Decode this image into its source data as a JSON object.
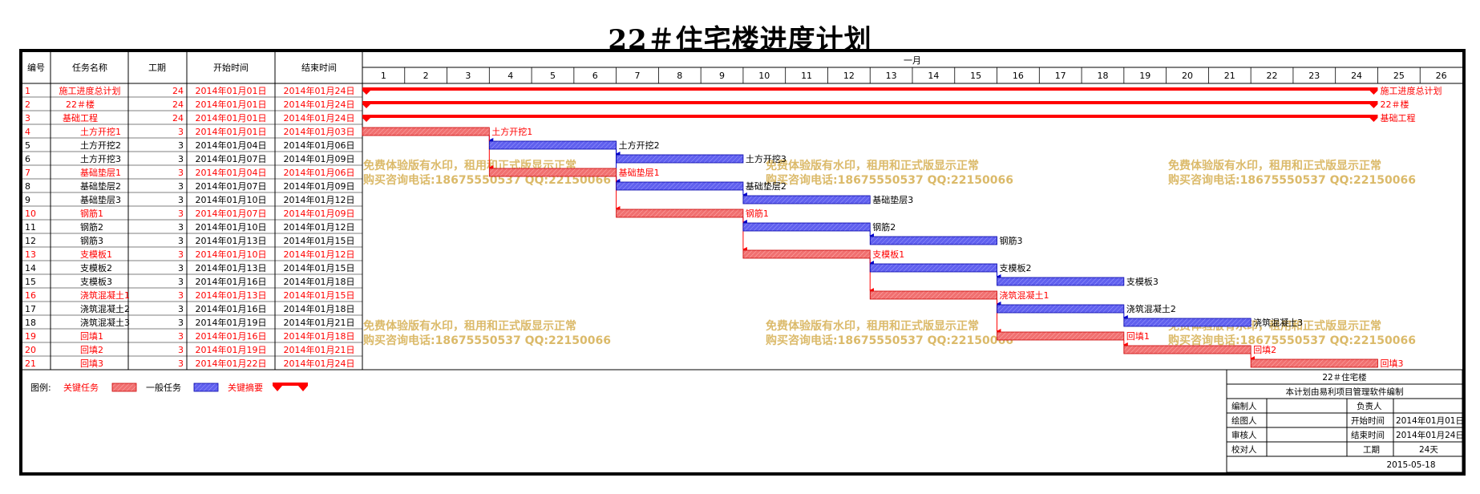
{
  "title": "22＃住宅楼进度计划",
  "header": {
    "columns": [
      "编号",
      "任务名称",
      "工期",
      "开始时间",
      "结束时间"
    ],
    "month": "一月",
    "days": [
      "1",
      "2",
      "3",
      "4",
      "5",
      "6",
      "7",
      "8",
      "9",
      "10",
      "11",
      "12",
      "13",
      "14",
      "15",
      "16",
      "17",
      "18",
      "19",
      "20",
      "21",
      "22",
      "23",
      "24",
      "25",
      "26"
    ]
  },
  "tasks": [
    {
      "id": "1",
      "name": "施工进度总计划",
      "duration": "24",
      "start": "2014年01月01日",
      "end": "2014年01月24日",
      "kind": "summary",
      "indent": 0
    },
    {
      "id": "2",
      "name": "22＃楼",
      "duration": "24",
      "start": "2014年01月01日",
      "end": "2014年01月24日",
      "kind": "summary",
      "indent": 1
    },
    {
      "id": "3",
      "name": "基础工程",
      "duration": "24",
      "start": "2014年01月01日",
      "end": "2014年01月24日",
      "kind": "summary",
      "indent": 1
    },
    {
      "id": "4",
      "name": "土方开挖1",
      "duration": "3",
      "start": "2014年01月01日",
      "end": "2014年01月03日",
      "kind": "critical",
      "indent": 2
    },
    {
      "id": "5",
      "name": "土方开挖2",
      "duration": "3",
      "start": "2014年01月04日",
      "end": "2014年01月06日",
      "kind": "normal",
      "indent": 2
    },
    {
      "id": "6",
      "name": "土方开挖3",
      "duration": "3",
      "start": "2014年01月07日",
      "end": "2014年01月09日",
      "kind": "normal",
      "indent": 2
    },
    {
      "id": "7",
      "name": "基础垫层1",
      "duration": "3",
      "start": "2014年01月04日",
      "end": "2014年01月06日",
      "kind": "critical",
      "indent": 2
    },
    {
      "id": "8",
      "name": "基础垫层2",
      "duration": "3",
      "start": "2014年01月07日",
      "end": "2014年01月09日",
      "kind": "normal",
      "indent": 2
    },
    {
      "id": "9",
      "name": "基础垫层3",
      "duration": "3",
      "start": "2014年01月10日",
      "end": "2014年01月12日",
      "kind": "normal",
      "indent": 2
    },
    {
      "id": "10",
      "name": "钢筋1",
      "duration": "3",
      "start": "2014年01月07日",
      "end": "2014年01月09日",
      "kind": "critical",
      "indent": 2
    },
    {
      "id": "11",
      "name": "钢筋2",
      "duration": "3",
      "start": "2014年01月10日",
      "end": "2014年01月12日",
      "kind": "normal",
      "indent": 2
    },
    {
      "id": "12",
      "name": "钢筋3",
      "duration": "3",
      "start": "2014年01月13日",
      "end": "2014年01月15日",
      "kind": "normal",
      "indent": 2
    },
    {
      "id": "13",
      "name": "支模板1",
      "duration": "3",
      "start": "2014年01月10日",
      "end": "2014年01月12日",
      "kind": "critical",
      "indent": 2
    },
    {
      "id": "14",
      "name": "支模板2",
      "duration": "3",
      "start": "2014年01月13日",
      "end": "2014年01月15日",
      "kind": "normal",
      "indent": 2
    },
    {
      "id": "15",
      "name": "支模板3",
      "duration": "3",
      "start": "2014年01月16日",
      "end": "2014年01月18日",
      "kind": "normal",
      "indent": 2
    },
    {
      "id": "16",
      "name": "浇筑混凝土1",
      "duration": "3",
      "start": "2014年01月13日",
      "end": "2014年01月15日",
      "kind": "critical",
      "indent": 2
    },
    {
      "id": "17",
      "name": "浇筑混凝土2",
      "duration": "3",
      "start": "2014年01月16日",
      "end": "2014年01月18日",
      "kind": "normal",
      "indent": 2
    },
    {
      "id": "18",
      "name": "浇筑混凝土3",
      "duration": "3",
      "start": "2014年01月19日",
      "end": "2014年01月21日",
      "kind": "normal",
      "indent": 2
    },
    {
      "id": "19",
      "name": "回填1",
      "duration": "3",
      "start": "2014年01月16日",
      "end": "2014年01月18日",
      "kind": "critical",
      "indent": 2
    },
    {
      "id": "20",
      "name": "回填2",
      "duration": "3",
      "start": "2014年01月19日",
      "end": "2014年01月21日",
      "kind": "critical",
      "indent": 2
    },
    {
      "id": "21",
      "name": "回填3",
      "duration": "3",
      "start": "2014年01月22日",
      "end": "2014年01月24日",
      "kind": "critical",
      "indent": 2
    }
  ],
  "chart_data": {
    "type": "gantt",
    "title": "22＃住宅楼进度计划",
    "x_axis": {
      "label": "一月",
      "min_day": 1,
      "max_day": 26
    },
    "series": [
      {
        "name": "关键任务",
        "color": "#f07070"
      },
      {
        "name": "一般任务",
        "color": "#6060ee"
      },
      {
        "name": "关键摘要",
        "color": "#ff0000"
      }
    ],
    "bars": [
      {
        "task": "施工进度总计划",
        "start_day": 1,
        "end_day": 24,
        "type": "关键摘要"
      },
      {
        "task": "22＃楼",
        "start_day": 1,
        "end_day": 24,
        "type": "关键摘要"
      },
      {
        "task": "基础工程",
        "start_day": 1,
        "end_day": 24,
        "type": "关键摘要"
      },
      {
        "task": "土方开挖1",
        "start_day": 1,
        "end_day": 3,
        "type": "关键任务"
      },
      {
        "task": "土方开挖2",
        "start_day": 4,
        "end_day": 6,
        "type": "一般任务"
      },
      {
        "task": "土方开挖3",
        "start_day": 7,
        "end_day": 9,
        "type": "一般任务"
      },
      {
        "task": "基础垫层1",
        "start_day": 4,
        "end_day": 6,
        "type": "关键任务"
      },
      {
        "task": "基础垫层2",
        "start_day": 7,
        "end_day": 9,
        "type": "一般任务"
      },
      {
        "task": "基础垫层3",
        "start_day": 10,
        "end_day": 12,
        "type": "一般任务"
      },
      {
        "task": "钢筋1",
        "start_day": 7,
        "end_day": 9,
        "type": "关键任务"
      },
      {
        "task": "钢筋2",
        "start_day": 10,
        "end_day": 12,
        "type": "一般任务"
      },
      {
        "task": "钢筋3",
        "start_day": 13,
        "end_day": 15,
        "type": "一般任务"
      },
      {
        "task": "支模板1",
        "start_day": 10,
        "end_day": 12,
        "type": "关键任务"
      },
      {
        "task": "支模板2",
        "start_day": 13,
        "end_day": 15,
        "type": "一般任务"
      },
      {
        "task": "支模板3",
        "start_day": 16,
        "end_day": 18,
        "type": "一般任务"
      },
      {
        "task": "浇筑混凝土1",
        "start_day": 13,
        "end_day": 15,
        "type": "关键任务"
      },
      {
        "task": "浇筑混凝土2",
        "start_day": 16,
        "end_day": 18,
        "type": "一般任务"
      },
      {
        "task": "浇筑混凝土3",
        "start_day": 19,
        "end_day": 21,
        "type": "一般任务"
      },
      {
        "task": "回填1",
        "start_day": 16,
        "end_day": 18,
        "type": "关键任务"
      },
      {
        "task": "回填2",
        "start_day": 19,
        "end_day": 21,
        "type": "关键任务"
      },
      {
        "task": "回填3",
        "start_day": 22,
        "end_day": 24,
        "type": "关键任务"
      }
    ]
  },
  "watermark": {
    "line1": "免费体验版有水印，租用和正式版显示正常",
    "line2": "购买咨询电话:18675550537 QQ:22150066"
  },
  "legend": {
    "label": "图例:",
    "critical": "关键任务",
    "normal": "一般任务",
    "summary": "关键摘要"
  },
  "info_box": {
    "project": "22＃住宅楼",
    "note": "本计划由易利项目管理软件编制",
    "editor_label": "编制人",
    "owner_label": "负责人",
    "drawer_label": "绘图人",
    "start_label": "开始时间",
    "start_value": "2014年01月01日",
    "reviewer_label": "审核人",
    "end_label": "结束时间",
    "end_value": "2014年01月24日",
    "checker_label": "校对人",
    "duration_label": "工期",
    "duration_value": "24天",
    "date": "2015-05-18"
  },
  "colors": {
    "critical_fill": "#f07070",
    "normal_fill": "#6060ee",
    "summary": "#ff0000",
    "critical_text": "#ff0000",
    "watermark": "#d8b35a"
  }
}
